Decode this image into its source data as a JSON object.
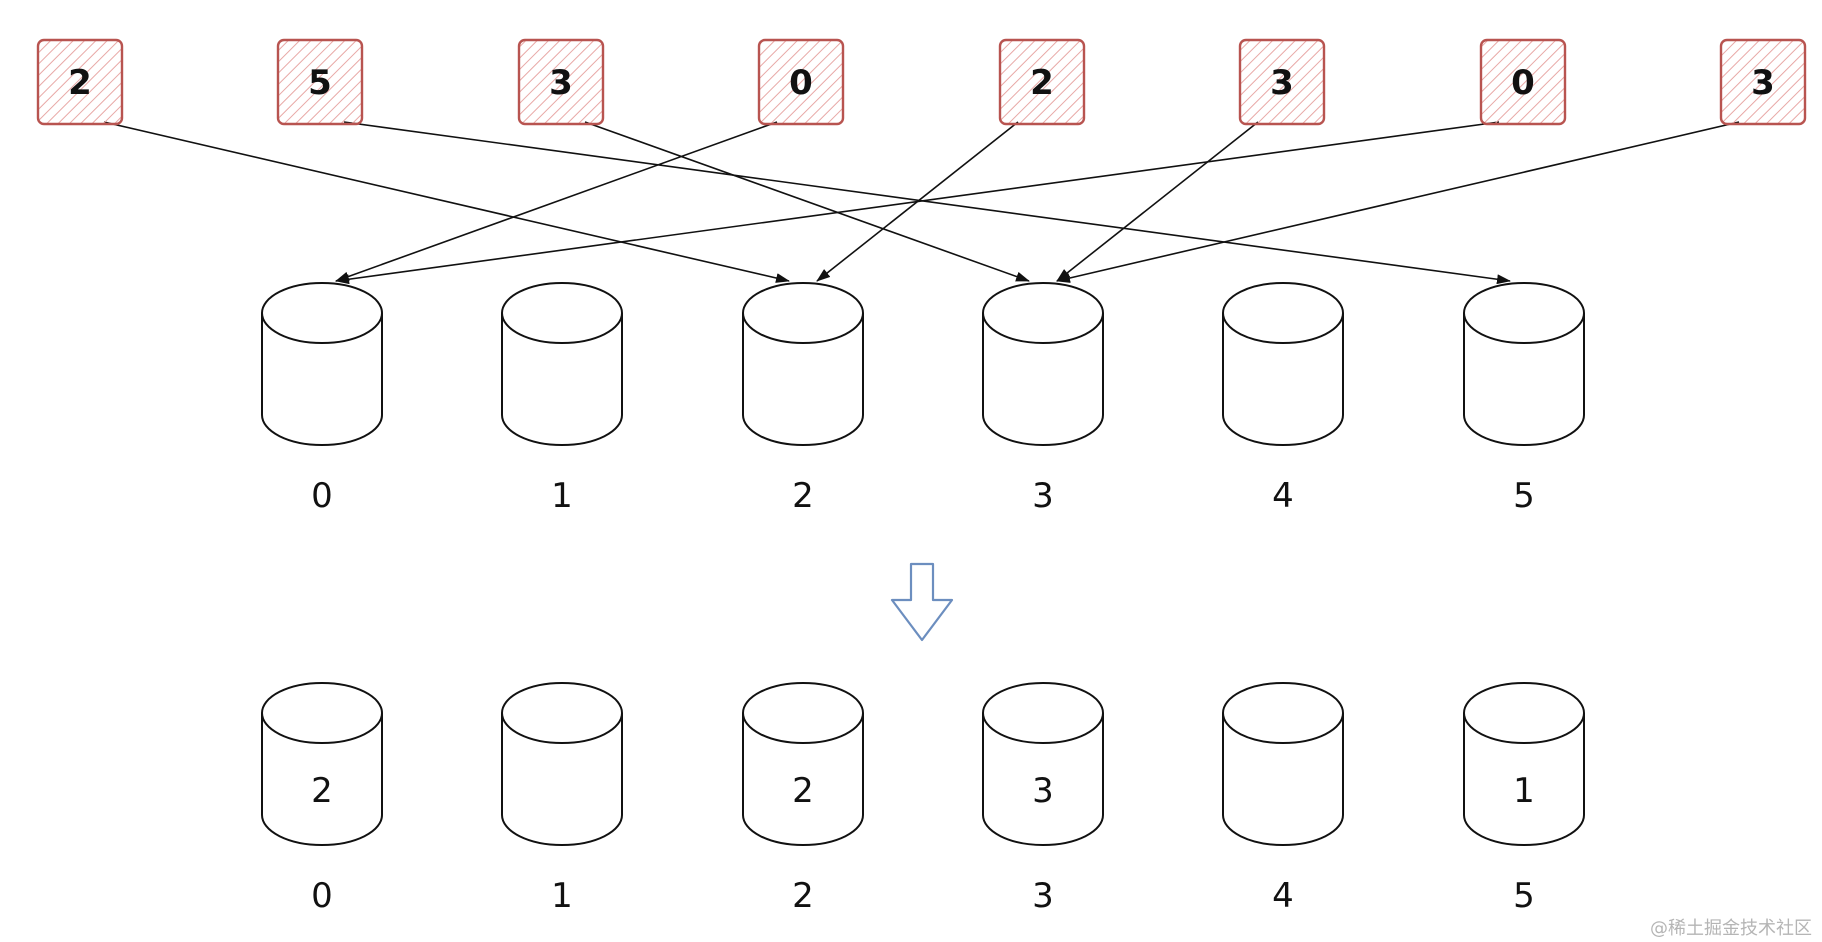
{
  "inputs": [
    "2",
    "5",
    "3",
    "0",
    "2",
    "3",
    "0",
    "3"
  ],
  "bucket_labels": [
    "0",
    "1",
    "2",
    "3",
    "4",
    "5"
  ],
  "counts": [
    "2",
    "",
    "2",
    "3",
    "",
    "1"
  ],
  "watermark": "@稀土掘金技术社区",
  "colors": {
    "input_stroke": "#b85450",
    "input_hatch": "#e8a8a6",
    "line": "#111111",
    "down_arrow": "#6c8ebf"
  },
  "icons": {
    "down_arrow": "down-arrow-icon"
  }
}
